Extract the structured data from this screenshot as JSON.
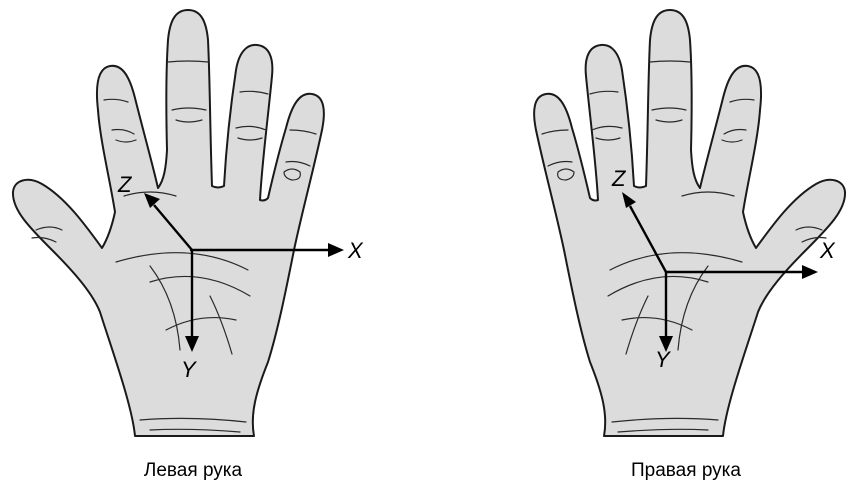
{
  "figures": {
    "left": {
      "caption": "Левая рука",
      "axes": {
        "x": "X",
        "y": "Y",
        "z": "Z"
      }
    },
    "right": {
      "caption": "Правая рука",
      "axes": {
        "x": "X",
        "y": "Y",
        "z": "Z"
      }
    }
  },
  "colors": {
    "hand_fill": "#dcdcdc",
    "outline": "#1a1a1a",
    "axes": "#000000"
  }
}
